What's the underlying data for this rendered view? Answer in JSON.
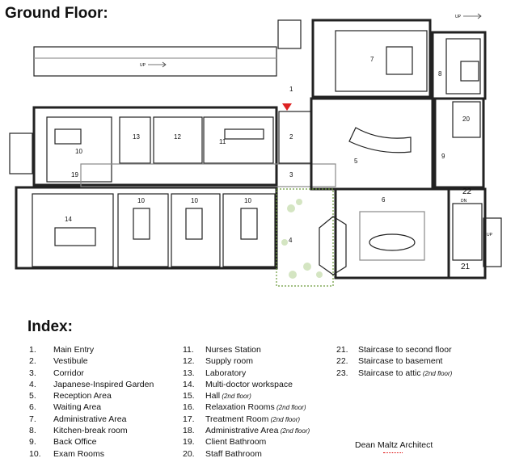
{
  "title": "Ground Floor:",
  "plan": {
    "stair_up_label": "UP",
    "room_numbers": {
      "r1": "1",
      "r2": "2",
      "r3": "3",
      "r4": "4",
      "r5": "5",
      "r6": "6",
      "r7": "7",
      "r8": "8",
      "r9": "9",
      "r10a": "10",
      "r10b": "10",
      "r10c": "10",
      "r10d": "10",
      "r11": "11",
      "r12": "12",
      "r13": "13",
      "r14": "14",
      "r19": "19",
      "r20": "20",
      "r21": "21",
      "r22": "22"
    },
    "dn_label": "DN",
    "up_right_label": "UP"
  },
  "index": {
    "title": "Index:",
    "col1": [
      {
        "num": "1.",
        "label": "Main Entry"
      },
      {
        "num": "2.",
        "label": "Vestibule"
      },
      {
        "num": "3.",
        "label": "Corridor"
      },
      {
        "num": "4.",
        "label": "Japanese-Inspired Garden"
      },
      {
        "num": "5.",
        "label": "Reception Area"
      },
      {
        "num": "6.",
        "label": "Waiting Area"
      },
      {
        "num": "7.",
        "label": "Administrative Area"
      },
      {
        "num": "8.",
        "label": "Kitchen-break room"
      },
      {
        "num": "9.",
        "label": "Back Office"
      },
      {
        "num": "10.",
        "label": "Exam Rooms"
      }
    ],
    "col2": [
      {
        "num": "11.",
        "label": "Nurses Station",
        "note": ""
      },
      {
        "num": "12.",
        "label": "Supply room",
        "note": ""
      },
      {
        "num": "13.",
        "label": "Laboratory",
        "note": ""
      },
      {
        "num": "14.",
        "label": "Multi-doctor workspace",
        "note": ""
      },
      {
        "num": "15.",
        "label": "Hall",
        "note": "(2nd floor)"
      },
      {
        "num": "16.",
        "label": "Relaxation Rooms",
        "note": "(2nd floor)"
      },
      {
        "num": "17.",
        "label": "Treatment Room",
        "note": "(2nd floor)"
      },
      {
        "num": "18.",
        "label": "Administrative Area",
        "note": "(2nd floor)"
      },
      {
        "num": "19.",
        "label": "Client Bathroom",
        "note": ""
      },
      {
        "num": "20.",
        "label": "Staff Bathroom",
        "note": ""
      }
    ],
    "col3": [
      {
        "num": "21.",
        "label": "Staircase to second floor",
        "note": ""
      },
      {
        "num": "22.",
        "label": "Staircase to basement",
        "note": ""
      },
      {
        "num": "23.",
        "label": "Staircase to attic",
        "note": "(2nd floor)"
      }
    ]
  },
  "credit": "Dean Maltz Architect"
}
